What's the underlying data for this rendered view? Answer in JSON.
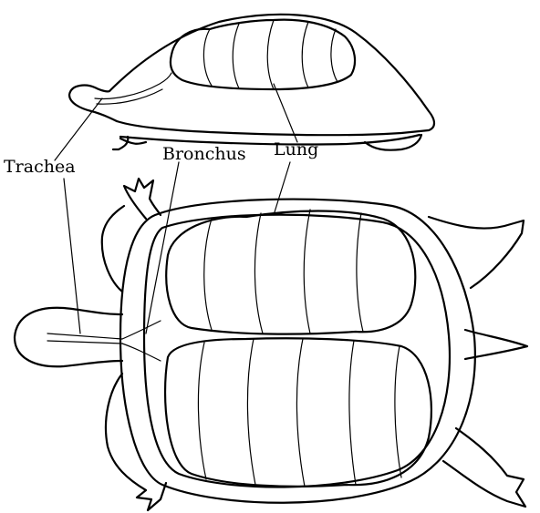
{
  "labels": {
    "trachea": "Trachea",
    "bronchus": "Bronchus",
    "lung": "Lung"
  },
  "colors": {
    "ink": "#000000",
    "background": "#ffffff"
  }
}
